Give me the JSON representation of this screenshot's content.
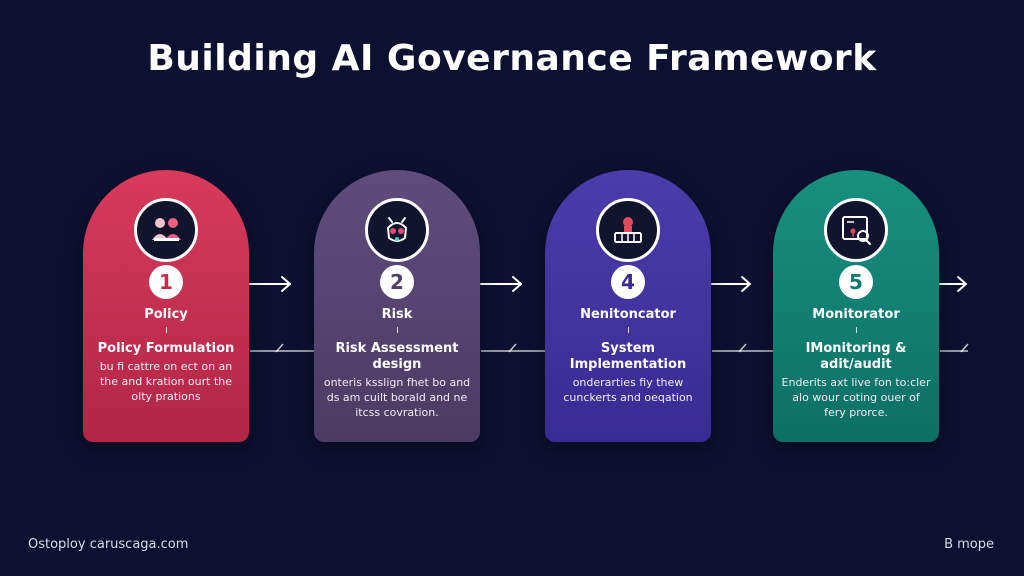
{
  "title": "Building AI Governance Framework",
  "colors": {
    "background": "#0d1030",
    "card_1": "#c92f52",
    "card_2": "#574770",
    "card_3": "#4233a0",
    "card_4": "#128276"
  },
  "steps": [
    {
      "number": "1",
      "label": "Policy",
      "heading": "Policy Formulation",
      "description": "bu fi cattre on ect on an the and kration ourt the olty prations",
      "icon": "people-meeting-icon"
    },
    {
      "number": "2",
      "label": "Risk",
      "heading": "Risk Assessment design",
      "description": "onteris ksslign fhet bo and ds am cuilt borald and ne itcss covration.",
      "icon": "ai-head-icon"
    },
    {
      "number": "4",
      "label": "Nenitoncator",
      "heading": "System Implementation",
      "description": "onderarties fiy thew cunckerts and oeqation",
      "icon": "server-system-icon"
    },
    {
      "number": "5",
      "label": "Monitorator",
      "heading": "IMonitoring & adit/audit",
      "description": "Enderits axt live fon to:cler alo wour coting ouer of fery prorce.",
      "icon": "monitor-audit-icon"
    }
  ],
  "footer": {
    "left": "Ostoploy caruscaga.com",
    "right": "B mope"
  }
}
